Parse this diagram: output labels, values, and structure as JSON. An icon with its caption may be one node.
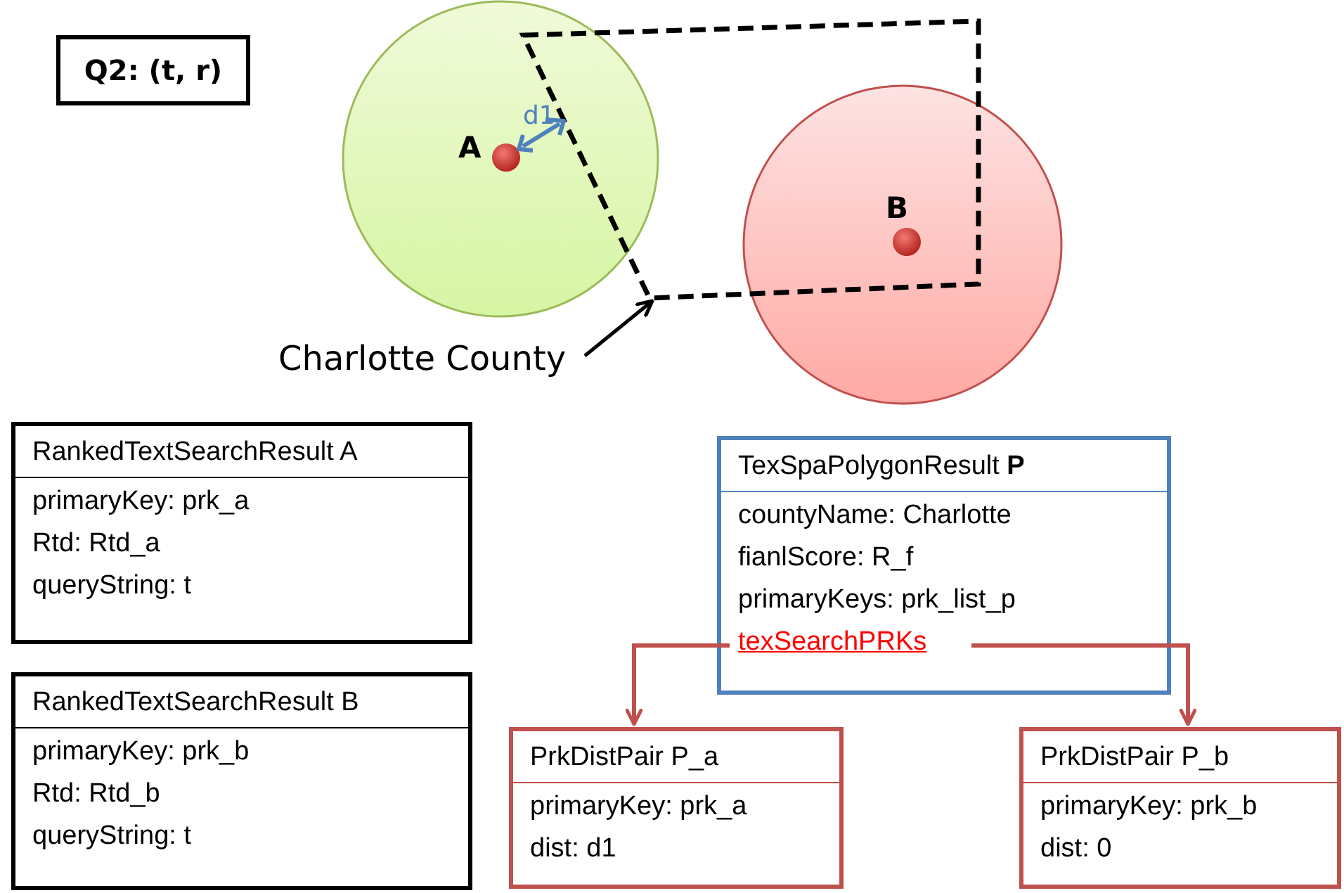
{
  "diagram": {
    "nodes": [
      {
        "text": [
          "Q2: (t, r)"
        ]
      },
      {
        "text": [
          "A"
        ]
      },
      {
        "text": [
          "B"
        ]
      },
      {
        "text": [],
        "shape": "polygon"
      },
      {
        "text": [
          "Charlotte County"
        ]
      },
      {
        "text": [
          "RankedTextSearchResult A",
          "primaryKey: prk_a",
          "Rtd: Rtd_a",
          "queryString: t"
        ]
      },
      {
        "text": [
          "RankedTextSearchResult B",
          "primaryKey: prk_b",
          "Rtd: Rtd_b",
          "queryString: t"
        ]
      },
      {
        "text": [
          "TexSpaPolygonResult **P**",
          "countyName: Charlotte",
          "fianlScore: R_f",
          "primaryKeys: prk_list_p",
          "texSearchPRKs"
        ]
      },
      {
        "text": [
          "PrkDistPair P_a",
          "primaryKey: prk_a",
          "dist: d1"
        ]
      },
      {
        "text": [
          "PrkDistPair P_b",
          "primaryKey: prk_b",
          "dist: 0"
        ]
      }
    ],
    "edges": [
      {
        "from": 4,
        "to": 3,
        "arrow": "to",
        "color": "#000000"
      },
      {
        "from": 7,
        "to": 8,
        "arrow": "to"
      },
      {
        "from": 7,
        "to": 9,
        "arrow": "to"
      }
    ],
    "labels": [
      "d1"
    ]
  }
}
